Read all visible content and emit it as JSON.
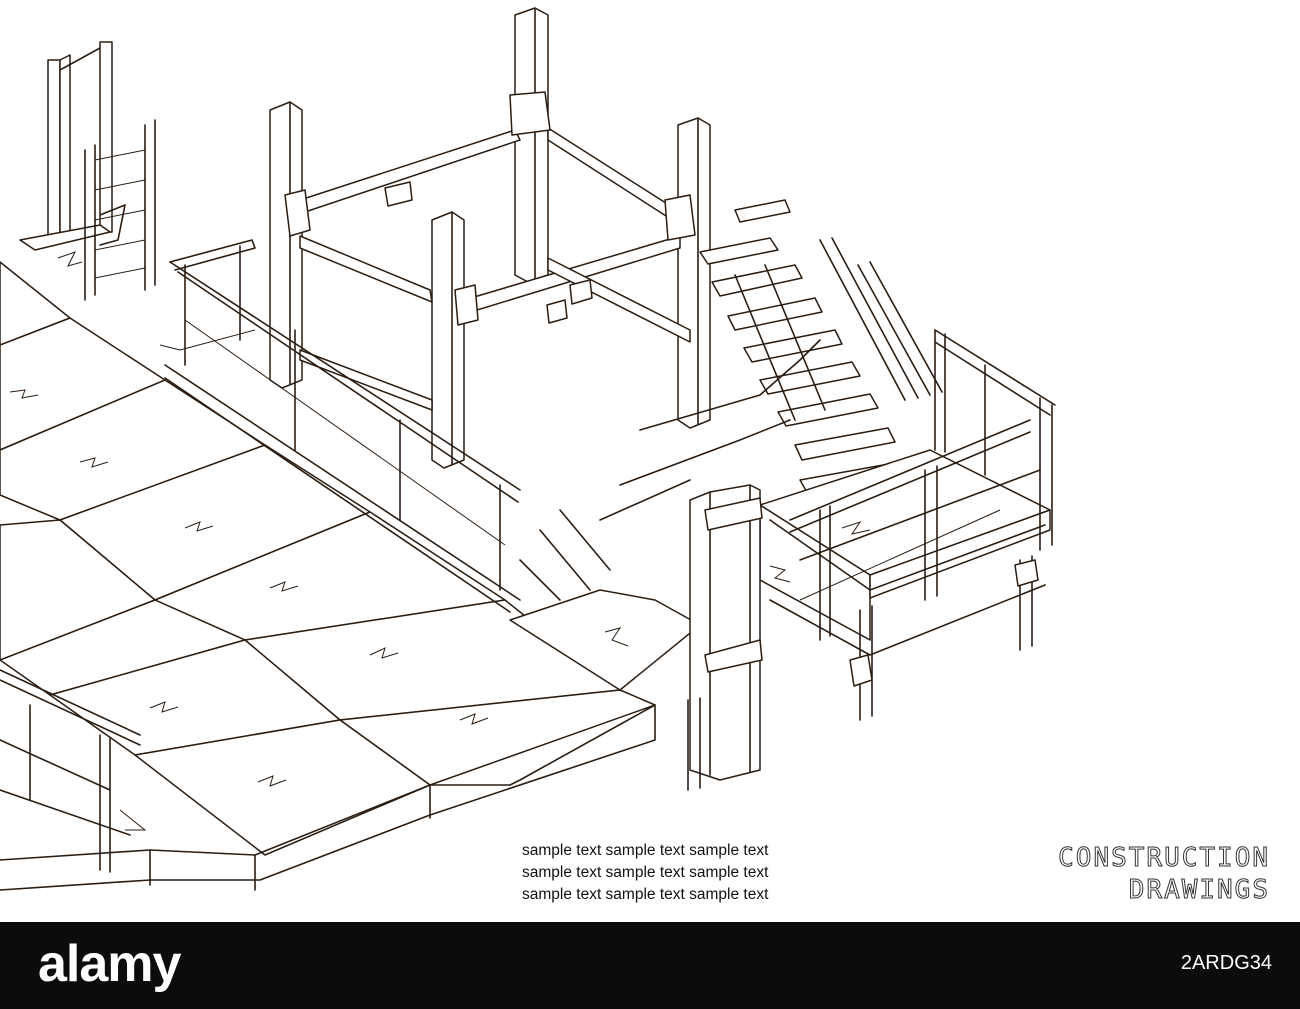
{
  "illustration": {
    "subject": "isometric-steel-frame-platform-with-stairs",
    "line_color": "#2b1d12",
    "background_color": "#ffffff"
  },
  "caption": {
    "lines": [
      "sample text sample text sample text",
      "sample text sample text sample text",
      "sample text sample text sample text"
    ]
  },
  "title": {
    "line1": "CONSTRUCTION",
    "line2": "DRAWINGS"
  },
  "footer": {
    "brand": "alamy",
    "image_id": "2ARDG34",
    "background_color": "#0c0c0c"
  }
}
